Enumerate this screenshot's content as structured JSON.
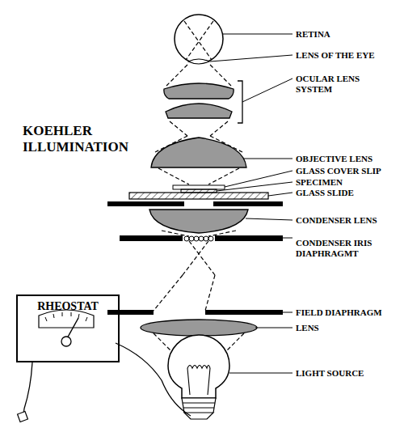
{
  "diagram": {
    "title": "KOEHLER ILLUMINATION",
    "nodes": [
      {
        "text": [
          "RHEOSTAT"
        ]
      }
    ],
    "labels": [
      "RETINA",
      "LENS OF THE EYE",
      "OCULAR LENS SYSTEM",
      "OBJECTIVE LENS",
      "GLASS COVER SLIP",
      "SPECIMEN",
      "GLASS SLIDE",
      "CONDENSER LENS",
      "CONDENSER IRIS DIAPHRAGMT",
      "FIELD DIAPHRAGM",
      "LENS",
      "LIGHT SOURCE"
    ]
  }
}
